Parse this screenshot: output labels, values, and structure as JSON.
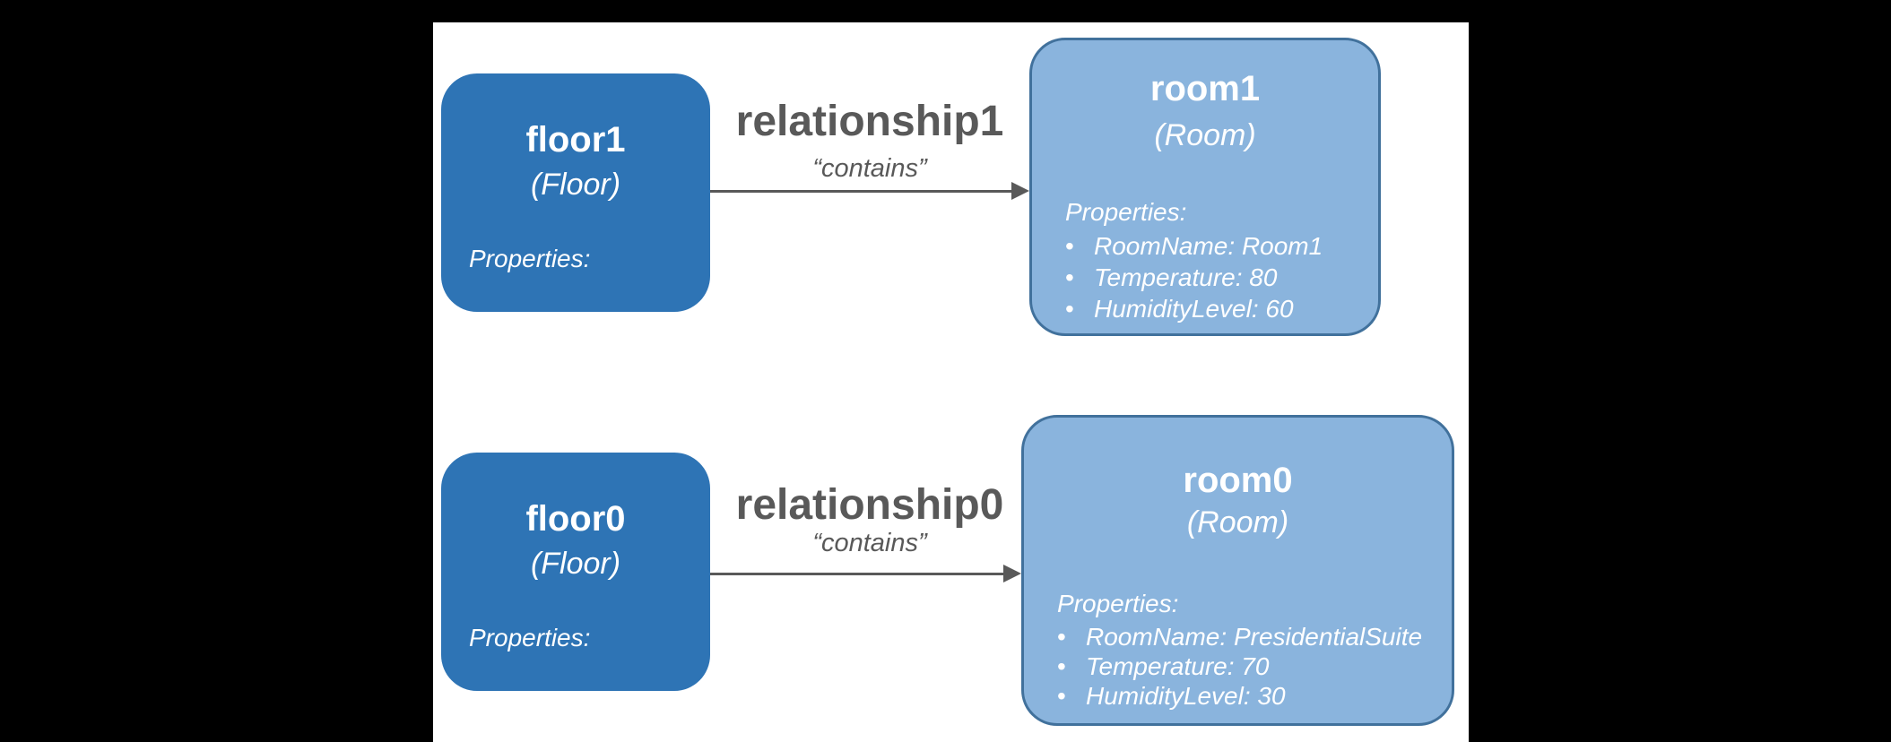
{
  "colors": {
    "background": "#000000",
    "canvas": "#ffffff",
    "floor_fill": "#2E74B5",
    "room_fill": "#8AB4DD",
    "room_border": "#41719C",
    "relationship_text": "#595959",
    "arrow": "#595959",
    "box_text": "#ffffff"
  },
  "diagram": {
    "bullet_icon": "•",
    "rows": [
      {
        "floor": {
          "name": "floor1",
          "model": "(Floor)",
          "properties_label": "Properties:"
        },
        "relationship": {
          "name": "relationship1",
          "label": "“contains”"
        },
        "room": {
          "name": "room1",
          "model": "(Room)",
          "properties_label": "Properties:",
          "properties": [
            "RoomName: Room1",
            "Temperature: 80",
            "HumidityLevel: 60"
          ]
        }
      },
      {
        "floor": {
          "name": "floor0",
          "model": "(Floor)",
          "properties_label": "Properties:"
        },
        "relationship": {
          "name": "relationship0",
          "label": "“contains”"
        },
        "room": {
          "name": "room0",
          "model": "(Room)",
          "properties_label": "Properties:",
          "properties": [
            "RoomName: PresidentialSuite",
            "Temperature: 70",
            "HumidityLevel: 30"
          ]
        }
      }
    ]
  }
}
